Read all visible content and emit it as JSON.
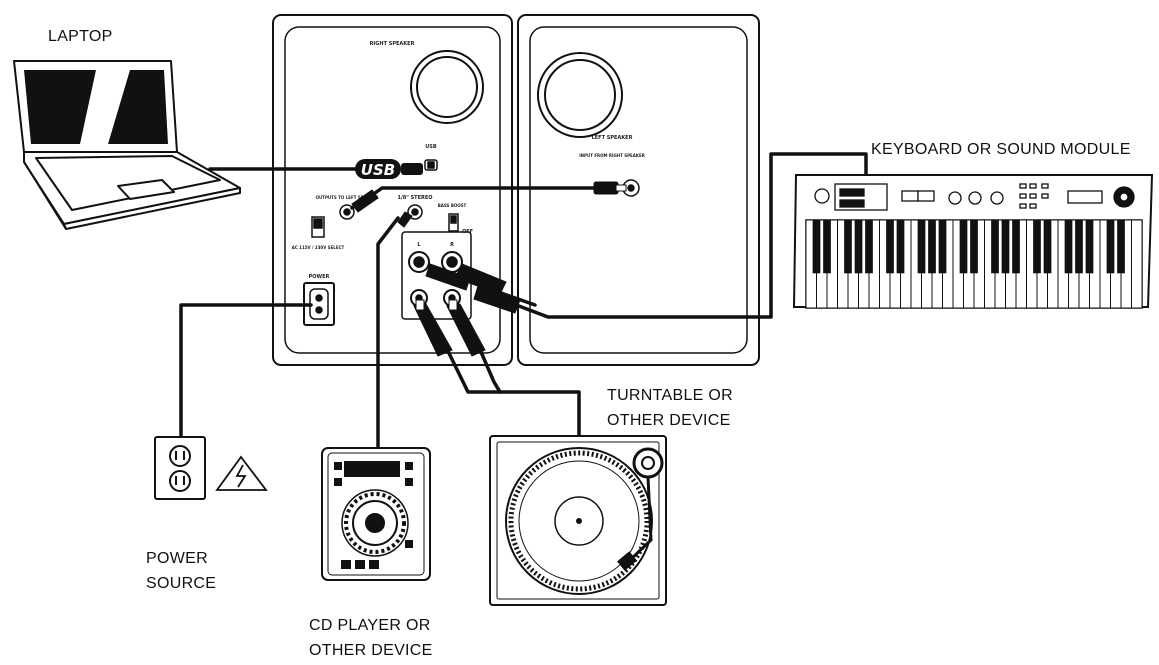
{
  "labels": {
    "laptop": "LAPTOP",
    "keyboard": "KEYBOARD OR SOUND MODULE",
    "turntable": [
      "TURNTABLE OR",
      "OTHER DEVICE"
    ],
    "power": [
      "POWER",
      "SOURCE"
    ],
    "cd_player": [
      "CD PLAYER OR",
      "OTHER DEVICE"
    ]
  },
  "panel_text": {
    "right_speaker": "RIGHT SPEAKER",
    "left_speaker": "LEFT SPEAKER",
    "left_speaker_sub": "INPUT FROM RIGHT SPEAKER",
    "usb_logo": "USB",
    "usb_port": "USB",
    "outputs": "OUTPUTS TO LEFT SPEAKER",
    "stereo": "1/8\" STEREO",
    "bass_boost": "BASS BOOST",
    "off": "OFF",
    "power": "POWER",
    "voltage": "AC 115V / 230V SELECT",
    "input_l": "L",
    "input_r": "R"
  }
}
